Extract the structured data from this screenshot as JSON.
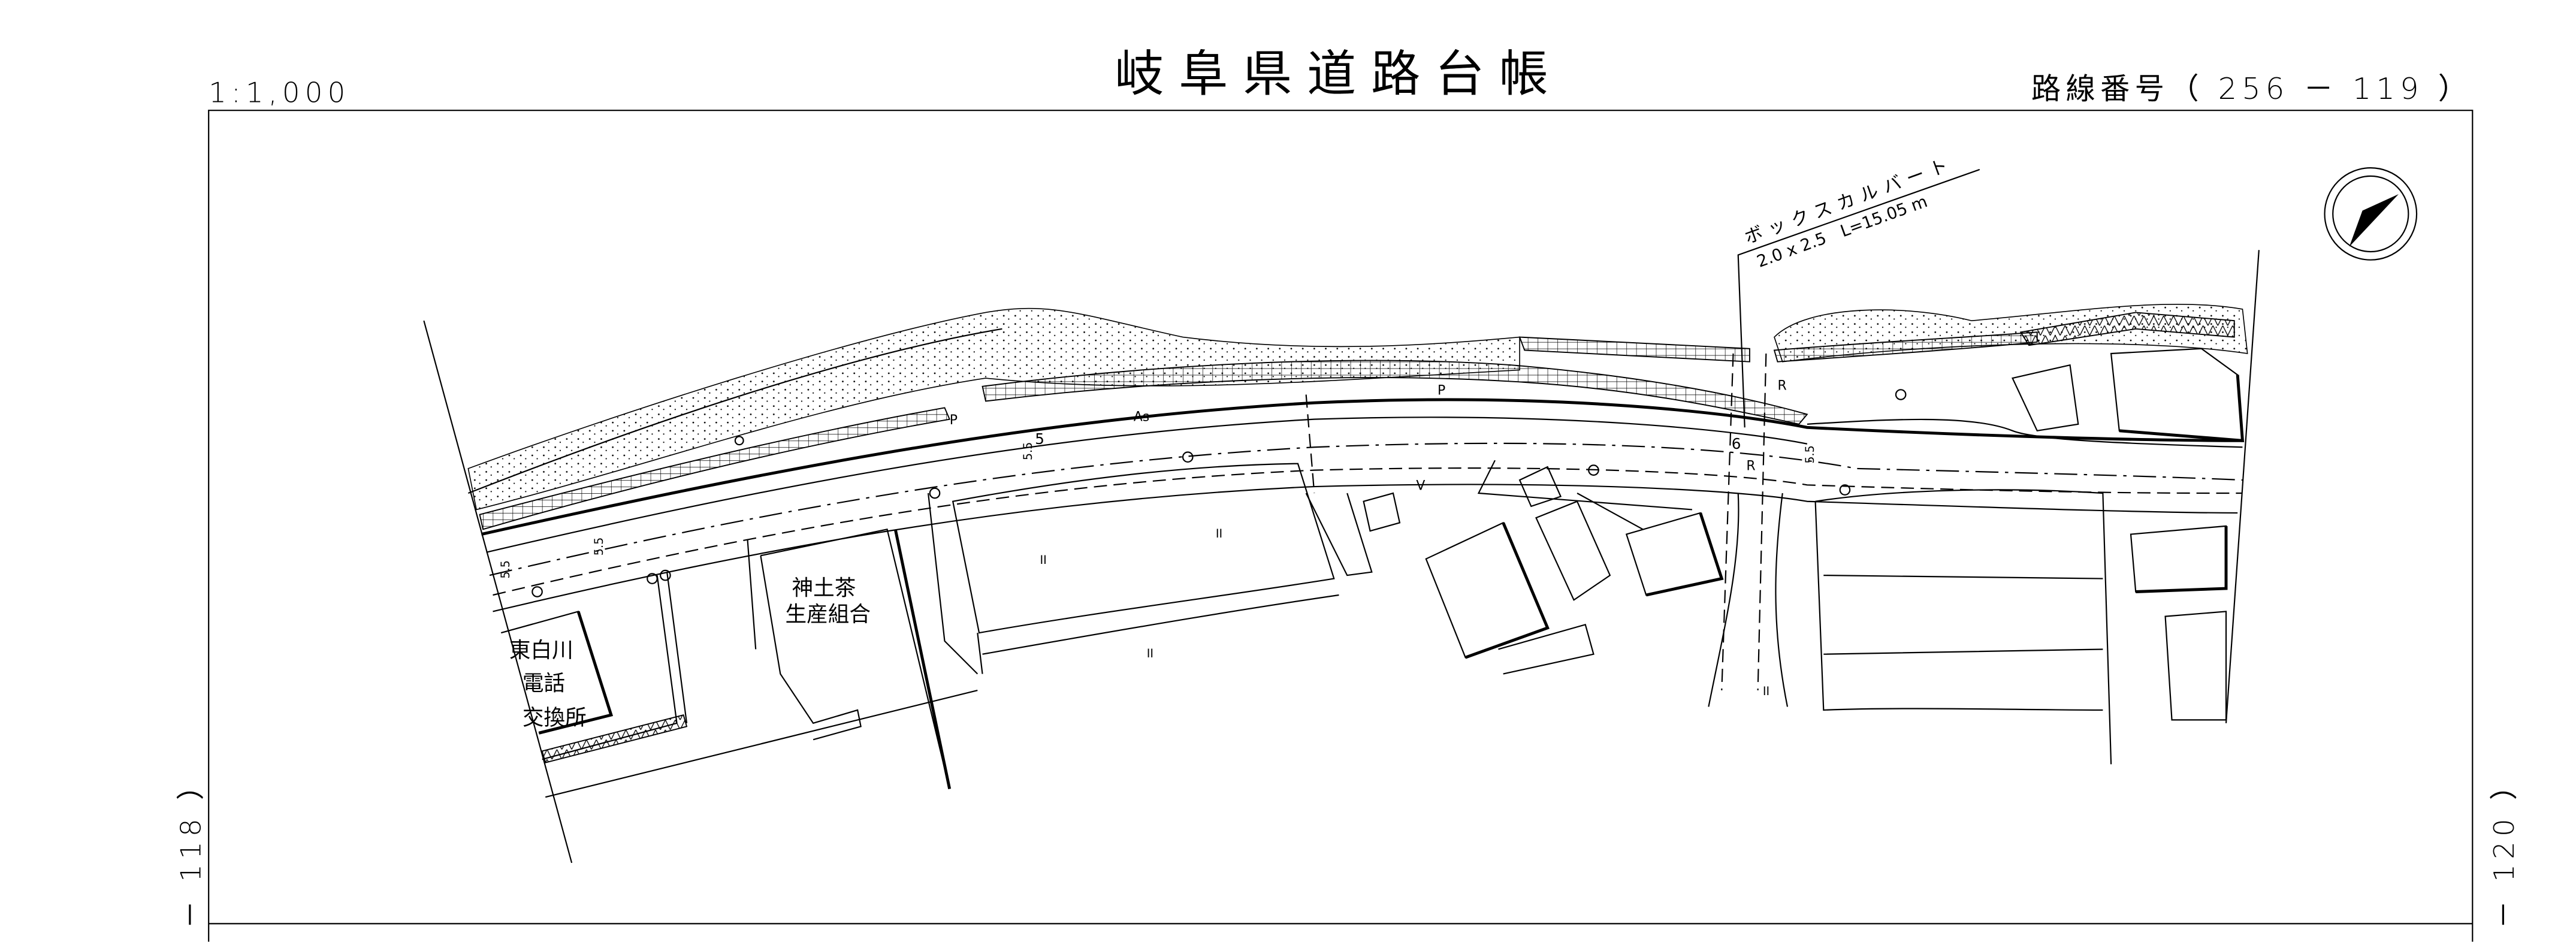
{
  "header": {
    "scale": "1:1,000",
    "title": "岐阜県道路台帳",
    "route_number": "路線番号（ 256 － 119 ）"
  },
  "side_labels": {
    "left": "－ 118 ）",
    "right": "－ 120 ）"
  },
  "annotations": {
    "culvert_name": "ボックスカルバート",
    "culvert_size": "2.0 x 2.5　L=15.05 m"
  },
  "facilities": {
    "telephone_exchange": [
      "東白川",
      "電話",
      "交換所"
    ],
    "tea_cooperative": [
      "神土茶",
      "生産組合"
    ]
  },
  "map_labels": {
    "surface": "As",
    "p1": "P",
    "p2": "P",
    "r1": "R",
    "r2": "R",
    "width_5": "5",
    "width_6": "6",
    "w55": "5.5",
    "v": "V",
    "ii": "II"
  },
  "icons": {
    "north_arrow": "north-arrow-icon"
  }
}
